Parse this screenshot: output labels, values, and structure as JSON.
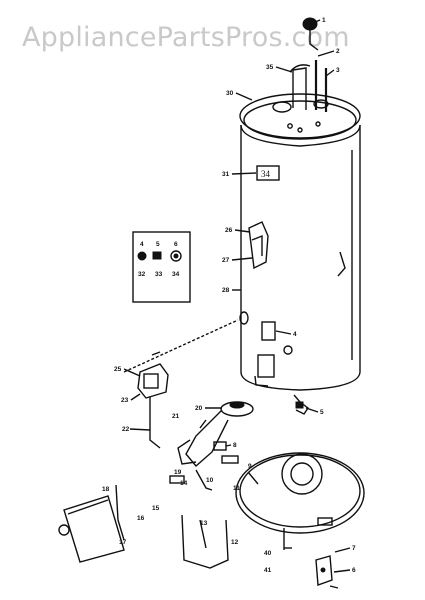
{
  "watermark": "AppliancePartsPros.com",
  "tank_label_text": "34",
  "callouts": [
    {
      "id": "c1",
      "text": "1"
    },
    {
      "id": "c2",
      "text": "2"
    },
    {
      "id": "c3",
      "text": "3"
    },
    {
      "id": "c35",
      "text": "35"
    },
    {
      "id": "c30",
      "text": "30"
    },
    {
      "id": "c31",
      "text": "31"
    },
    {
      "id": "c26",
      "text": "26"
    },
    {
      "id": "c27",
      "text": "27"
    },
    {
      "id": "c28",
      "text": "28"
    },
    {
      "id": "c4",
      "text": "4"
    },
    {
      "id": "c5",
      "text": "5"
    },
    {
      "id": "c25",
      "text": "25"
    },
    {
      "id": "c23",
      "text": "23"
    },
    {
      "id": "c21",
      "text": "21"
    },
    {
      "id": "c22",
      "text": "22"
    },
    {
      "id": "c20",
      "text": "20"
    },
    {
      "id": "c8",
      "text": "8"
    },
    {
      "id": "c9",
      "text": "9"
    },
    {
      "id": "c19",
      "text": "19"
    },
    {
      "id": "c14",
      "text": "14"
    },
    {
      "id": "c10",
      "text": "10"
    },
    {
      "id": "c11",
      "text": "11"
    },
    {
      "id": "c18",
      "text": "18"
    },
    {
      "id": "c17",
      "text": "17"
    },
    {
      "id": "c16",
      "text": "16"
    },
    {
      "id": "c15",
      "text": "15"
    },
    {
      "id": "c13",
      "text": "13"
    },
    {
      "id": "c12",
      "text": "12"
    },
    {
      "id": "c7",
      "text": "7"
    },
    {
      "id": "c6",
      "text": "6"
    },
    {
      "id": "c40",
      "text": "40"
    },
    {
      "id": "c41",
      "text": "41"
    },
    {
      "id": "k4",
      "text": "4"
    },
    {
      "id": "k5",
      "text": "5"
    },
    {
      "id": "k6",
      "text": "6"
    },
    {
      "id": "k32",
      "text": "32"
    },
    {
      "id": "k33",
      "text": "33"
    },
    {
      "id": "k34",
      "text": "34"
    }
  ]
}
